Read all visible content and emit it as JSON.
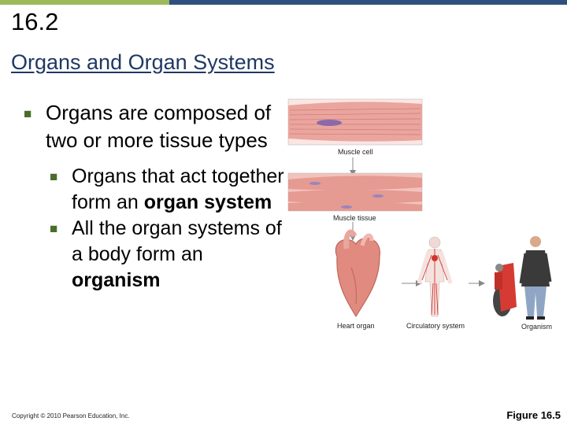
{
  "slide": {
    "section": "16.2",
    "title": "Organs and Organ Systems",
    "bullet1": "Organs are composed of two or more tissue types",
    "sub1_text": "Organs that act together form an ",
    "sub1_bold": "organ system",
    "sub2_text": "All the organ systems of a body form an ",
    "sub2_bold": "organism"
  },
  "figure": {
    "muscle_cell": "Muscle cell",
    "muscle_tissue": "Muscle tissue",
    "heart_organ": "Heart organ",
    "circulatory_system": "Circulatory system",
    "organism": "Organism",
    "label": "Figure 16.5"
  },
  "footer": {
    "copyright": "Copyright © 2010 Pearson Education, Inc."
  },
  "colors": {
    "bar_green": "#9bbb59",
    "bar_navy": "#2f4f7f",
    "title": "#1f3864",
    "bullet_marker": "#4a6e2a",
    "muscle": "#e9a6a0",
    "heart": "#e08a80"
  }
}
